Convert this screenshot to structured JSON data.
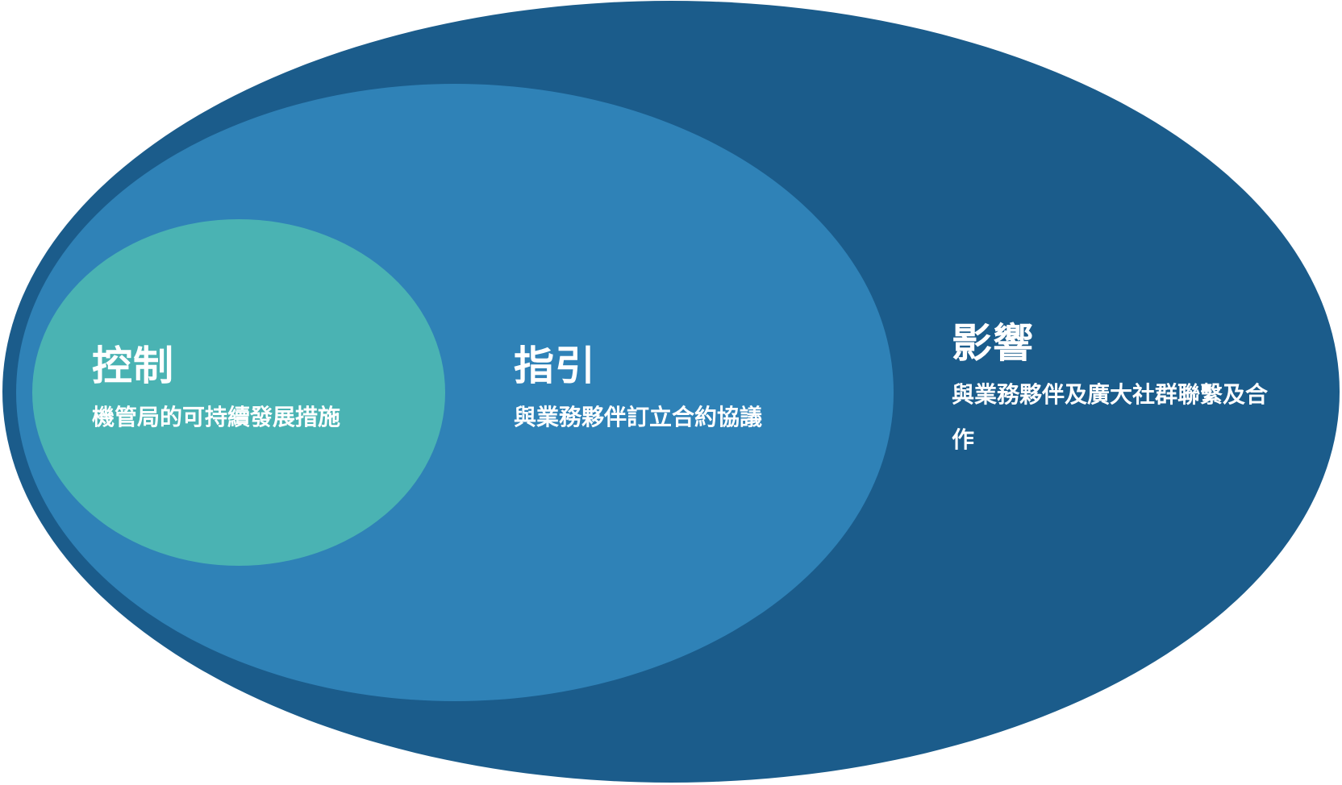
{
  "colors": {
    "background": "#ffffff",
    "outer_ellipse": "#1b5c8b",
    "middle_ellipse": "#2f82b7",
    "inner_ellipse": "#4ab3b3",
    "text": "#ffffff"
  },
  "circles": {
    "control": {
      "title": "控制",
      "description": "機管局的可持續發展措施"
    },
    "guide": {
      "title": "指引",
      "description": "與業務夥伴訂立合約協議"
    },
    "influence": {
      "title": "影響",
      "description": "與業務夥伴及廣大社群聯繫及合作"
    }
  }
}
